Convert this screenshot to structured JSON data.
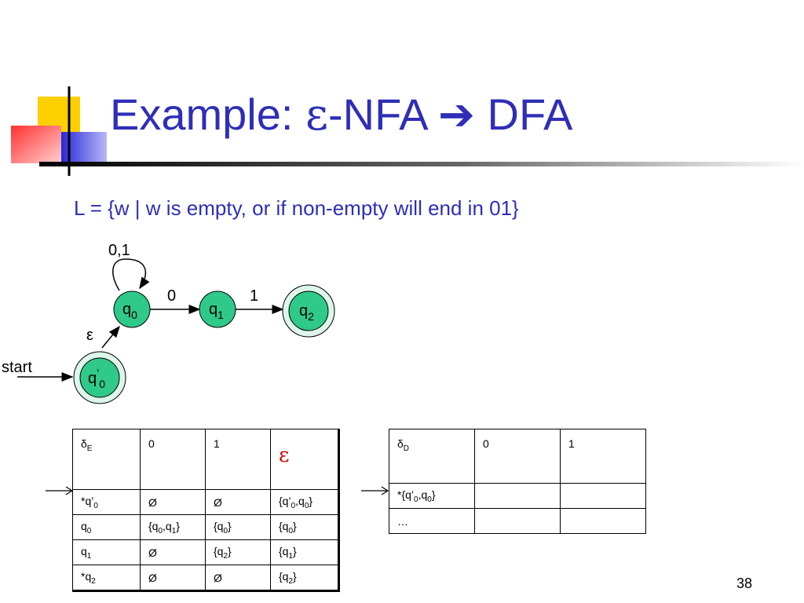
{
  "title": {
    "prefix": "Example: ",
    "epsilon": "ε",
    "suffix_nfa": "-NFA",
    "arrow": "➔",
    "suffix_dfa": "DFA"
  },
  "language": "L = {w | w is empty, or if non-empty will end in 01}",
  "diagram": {
    "start_label": "start",
    "states": [
      {
        "id": "q'0",
        "base": "q",
        "prime": "’",
        "sub": "0",
        "accepting": true
      },
      {
        "id": "q0",
        "base": "q",
        "prime": "",
        "sub": "0",
        "accepting": false
      },
      {
        "id": "q1",
        "base": "q",
        "prime": "",
        "sub": "1",
        "accepting": false
      },
      {
        "id": "q2",
        "base": "q",
        "prime": "",
        "sub": "2",
        "accepting": true
      }
    ],
    "transitions": [
      {
        "from": "q0",
        "to": "q0",
        "label": "0,1"
      },
      {
        "from": "q0",
        "to": "q1",
        "label": "0"
      },
      {
        "from": "q1",
        "to": "q2",
        "label": "1"
      },
      {
        "from": "q'0",
        "to": "q0",
        "label": "ε"
      }
    ],
    "colors": {
      "state_fill": "#2fc98a",
      "accept_ring": "#ddf5ea",
      "stroke": "#000000"
    }
  },
  "table_e": {
    "header": {
      "delta": "δ",
      "delta_sub": "E",
      "col0": "0",
      "col1": "1",
      "col_eps": "ε"
    },
    "rows": [
      {
        "state": "*q’",
        "state_sub": "0",
        "c0": "Ø",
        "c1": "Ø",
        "ceps": "{q’0,q0}",
        "start": true
      },
      {
        "state": "q",
        "state_sub": "0",
        "c0": "{q0,q1}",
        "c1": "{q0}",
        "ceps": "{q0}",
        "start": false
      },
      {
        "state": "q",
        "state_sub": "1",
        "c0": "Ø",
        "c1": "{q2}",
        "ceps": "{q1}",
        "start": false
      },
      {
        "state": "*q",
        "state_sub": "2",
        "c0": "Ø",
        "c1": "Ø",
        "ceps": "{q2}",
        "start": false
      }
    ]
  },
  "table_d": {
    "header": {
      "delta": "δ",
      "delta_sub": "D",
      "col0": "0",
      "col1": "1"
    },
    "rows": [
      {
        "state": "*{q’0,q0}",
        "c0": "",
        "c1": "",
        "start": true
      },
      {
        "state": "…",
        "c0": "",
        "c1": "",
        "start": false
      }
    ]
  },
  "page_number": "38"
}
